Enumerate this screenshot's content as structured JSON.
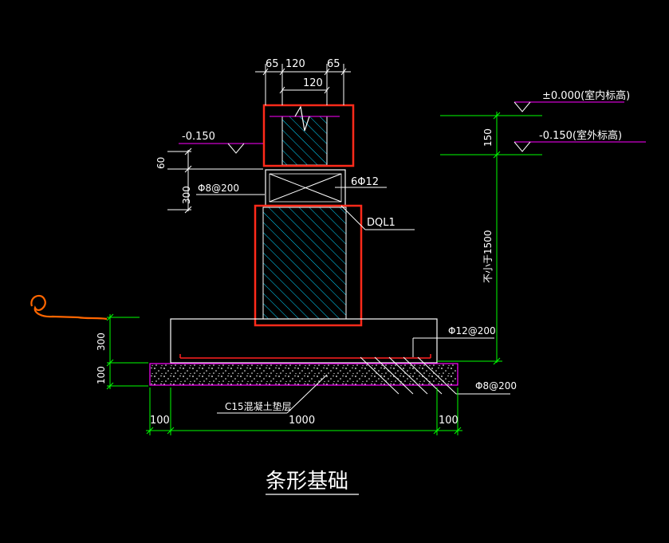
{
  "colors": {
    "background": "#000000",
    "line": "#ffffff",
    "dimension": "#00ff00",
    "hatch": "#00d7ff",
    "level": "#ff00ff",
    "highlight": "#ff2a1a",
    "annotation": "#ff6600",
    "rebar": "#ff2020"
  },
  "labels": {
    "top_dim_1": "65",
    "top_dim_2": "120",
    "top_dim_3": "65",
    "top_dim_4": "120",
    "left_level": "-0.150",
    "dim_60": "60",
    "dim_300_upper": "300",
    "stirrup": "Φ8@200",
    "beam_rebar": "6Φ12",
    "beam_name": "DQL1",
    "level_indoor": "±0.000(室内标高)",
    "level_outdoor": "-0.150(室外标高)",
    "dim_150": "150",
    "depth_note": "不小于1500",
    "dim_300_lower": "300",
    "dim_100_left": "100",
    "rebar_main": "Φ12@200",
    "rebar_dist": "Φ8@200",
    "cushion": "C15混凝土垫层",
    "bottom_dim_left": "100",
    "bottom_dim_mid": "1000",
    "bottom_dim_right": "100",
    "title": "条形基础"
  }
}
